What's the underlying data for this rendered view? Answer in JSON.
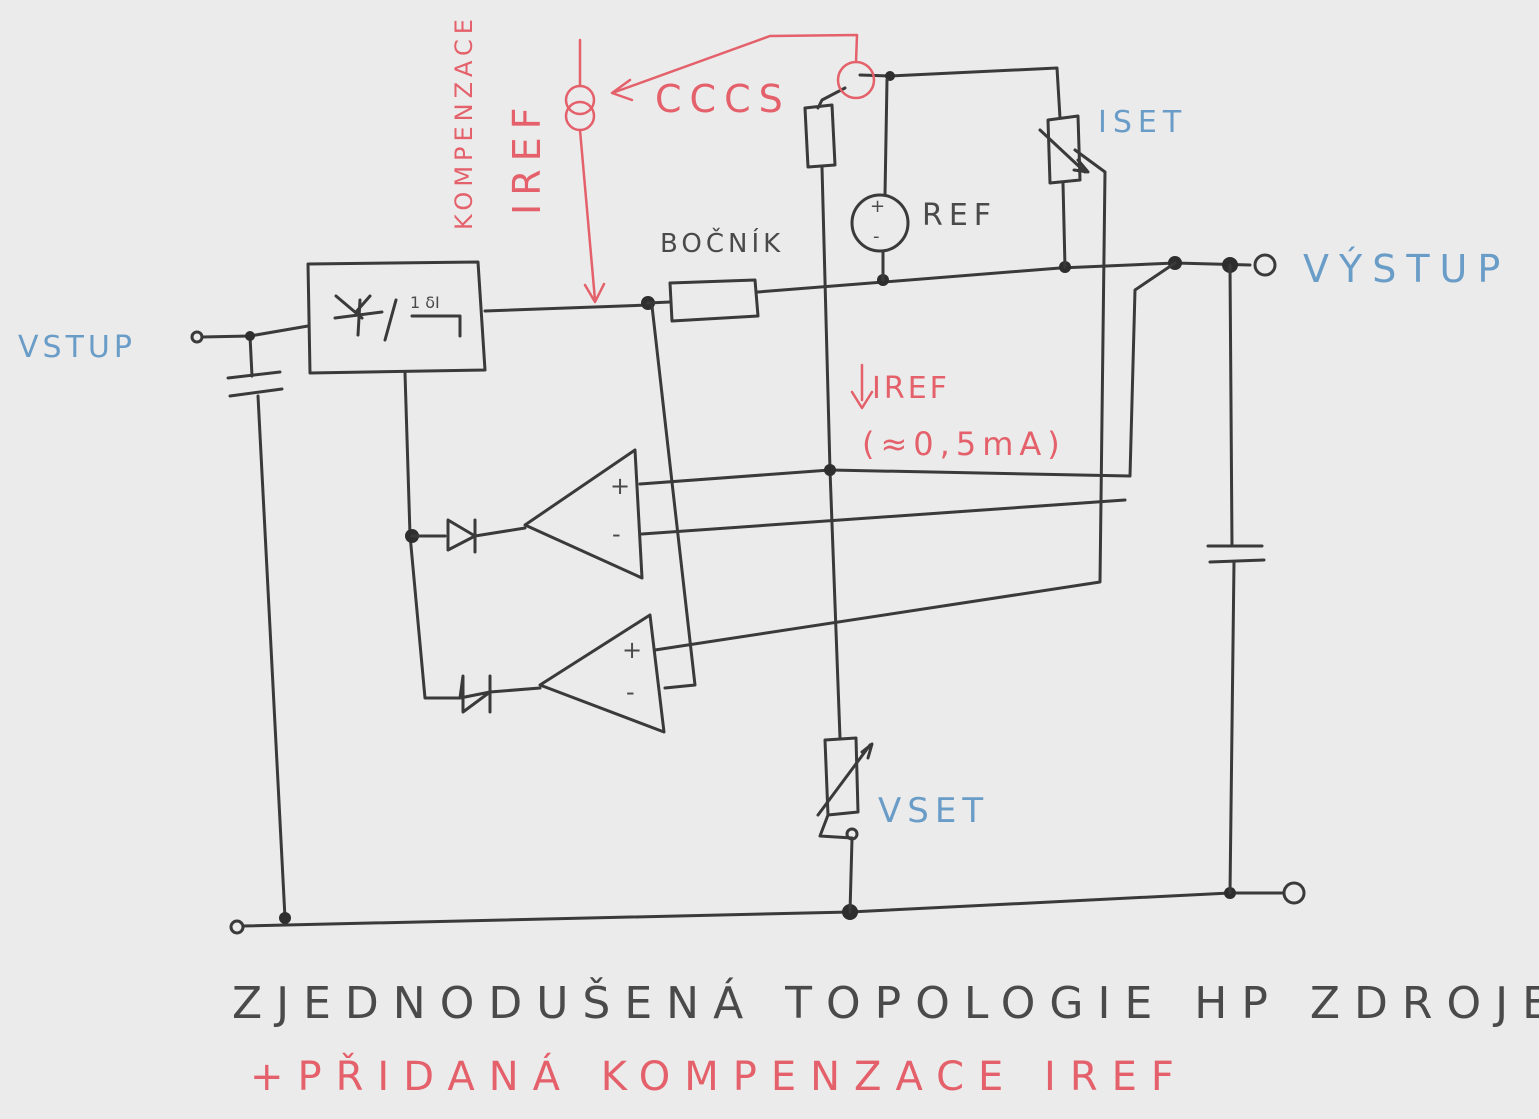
{
  "title": "ZJEDNODUŠENÁ TOPOLOGIE HP ZDROJE",
  "subtitle": "+PŘIDANÁ KOMPENZACE IREF",
  "labels": {
    "input": "VSTUP",
    "output": "VÝSTUP",
    "shunt": "BOČNÍK",
    "ref": "REF",
    "iset": "ISET",
    "vset": "VSET",
    "iref_source": "IREF",
    "compensation": "KOMPENZACE",
    "cccs": "CCCS",
    "iref_current": "IREF",
    "iref_value": "(≈0,5mA)",
    "regulator_box": "1 δI",
    "plus": "+",
    "minus": "-"
  },
  "colors": {
    "pencil": "#3a3a3a",
    "red": "#e4606a",
    "blue": "#6a9cc8",
    "paper": "#ebebeb"
  }
}
